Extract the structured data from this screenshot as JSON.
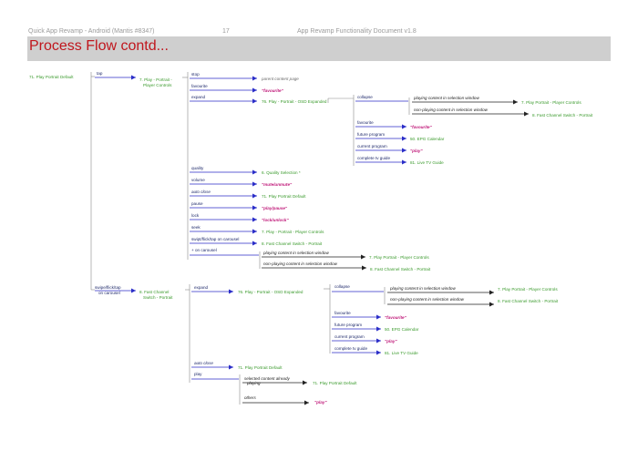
{
  "header": {
    "left": "Quick App Revamp - Android (Mantis #8347)",
    "page": "17",
    "right": "App Revamp Functionality Document v1.8"
  },
  "title": "Process Flow contd...",
  "flow": {
    "root": "71. Play Portrait Default",
    "tap": "tap",
    "swipe": [
      "swipe/flick/tap",
      "on carousel"
    ],
    "node7": [
      "7. Play - Portrait -",
      "Player Controls"
    ],
    "node8": [
      "8. Fast Channel",
      "Switch - Portrait"
    ],
    "a": {
      "stop": "stop",
      "stop_t": "parent content page",
      "favourite": "favourite",
      "favourite_t": "\"favourite\"",
      "expand": "expand",
      "expand_t": "76. Play - Portrait - OSD Expanded",
      "collapse": "collapse",
      "c1": "playing content in selection window",
      "c1_t": "7. Play Portrait - Player Controls",
      "c2": "non-playing content in selection window",
      "c2_t": "8. Fast Channel Switch - Portrait",
      "fav2": "favourite",
      "fav2_t": "\"favourite\"",
      "future": "future program",
      "future_t": "50. EPG Calendar",
      "current": "current program",
      "current_t": "\"play\"",
      "complete": "complete tv guide",
      "complete_t": "81. Live TV Guide",
      "quality": "quality",
      "quality_t": "6. Quality Selection *",
      "volume": "volume",
      "volume_t": "\"mute/unmute\"",
      "autoclose": "auto close",
      "autoclose_t": "71. Play Portrait Default",
      "pause": "pause",
      "pause_t": "\"play/pause\"",
      "lock": "lock",
      "lock_t": "\"lock/unlock\"",
      "seek": "seek",
      "seek_t": "7. Play - Portrait - Player Controls",
      "swipe2": "swipt/flick/tap on carousel",
      "swipe2_t": "8. Fast Channel Switch - Portrait",
      "oncar": "+ on carousel",
      "oc1": "playing content in selection window",
      "oc1_t": "7. Play Portrait - Player Controls",
      "oc2": "non-playing content in selection window",
      "oc2_t": "8. Fast Channel Switch - Portrait"
    },
    "b": {
      "expand": "expand",
      "expand_t": "76. Play - Portrait - OSD Expanded",
      "collapse": "collapse",
      "c1": "playing content in selection window",
      "c1_t": "7. Play Portrait - Player Controls",
      "c2": "non-playing content in selection window",
      "c2_t": "8. Fast Channel Switch - Portrait",
      "fav": "favourite",
      "fav_t": "\"favourite\"",
      "future": "future program",
      "future_t": "50. EPG Calendar",
      "current": "current program",
      "current_t": "\"play\"",
      "complete": "complete tv guide",
      "complete_t": "81. Live TV Guide",
      "autoclose": "auto close",
      "autoclose_t": "71. Play Portrait Default",
      "play": "play",
      "sel": [
        "selected content already",
        "playing"
      ],
      "sel_t": "71. Play Portrait Default",
      "others": "others",
      "others_t": "\"play\""
    }
  }
}
